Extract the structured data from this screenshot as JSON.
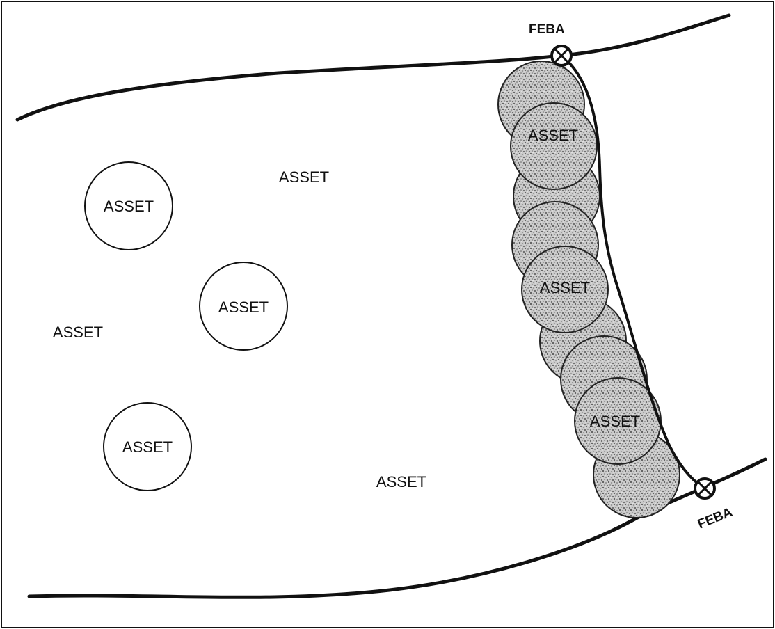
{
  "labels": {
    "feba_top": "FEBA",
    "feba_bottom": "FEBA",
    "asset_circle_1": "ASSET",
    "asset_circle_2": "ASSET",
    "asset_circle_3": "ASSET",
    "asset_free_1": "ASSET",
    "asset_free_2": "ASSET",
    "asset_free_3": "ASSET",
    "asset_shaded_1": "ASSET",
    "asset_shaded_2": "ASSET",
    "asset_shaded_3": "ASSET"
  },
  "colors": {
    "ink": "#111111",
    "stipple_base": "#c8c8c8",
    "stipple_dots": "#555555"
  }
}
